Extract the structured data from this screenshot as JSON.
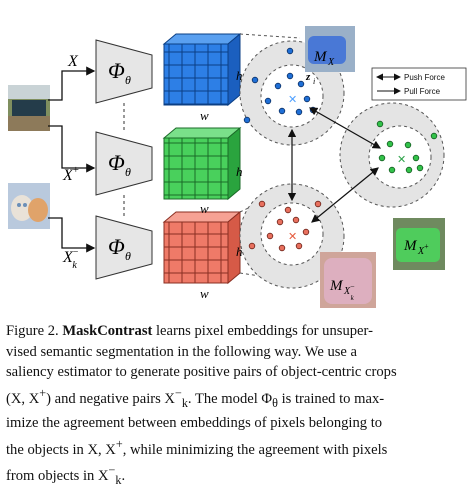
{
  "figure": {
    "input_labels": {
      "x": "X",
      "x_pos": "X",
      "x_pos_sup": "+",
      "x_neg": "X",
      "x_neg_sub": "k",
      "x_neg_sup": "−"
    },
    "encoder_label": "Φ",
    "encoder_sub": "θ",
    "dim_h": "h",
    "dim_w": "w",
    "z_label": "z",
    "z_sub": "i",
    "mask_labels": {
      "m": "M",
      "sub_x": "X",
      "sub_xpos": "X",
      "sub_xpos_sup": "+",
      "sub_xneg": "X",
      "sub_xneg_sub": "k",
      "sub_xneg_sup": "−"
    },
    "legend": {
      "push": "Push Force",
      "pull": "Pull Force"
    },
    "colors": {
      "blue": "#1f6fd6",
      "green": "#33c24a",
      "red": "#e8705e"
    }
  },
  "caption": {
    "figure_num": "Figure 2.",
    "method": "MaskContrast",
    "l1": " learns pixel embeddings for unsuper-",
    "l2": "vised semantic segmentation in the following way.  We use a",
    "l3": "saliency estimator to generate positive pairs of object-centric crops",
    "l4a": "(X, X",
    "l4b": "+",
    "l4c": ") and negative pairs X",
    "l4d": "−",
    "l4e": "k",
    "l4f": ". The model Φ",
    "l4g": "θ",
    "l4h": " is trained to max-",
    "l5": "imize the agreement between embeddings of pixels belonging to",
    "l6a": "the objects in X, X",
    "l6b": "+",
    "l6c": ", while minimizing the agreement with pixels",
    "l7a": "from objects in X",
    "l7b": "−",
    "l7c": "k",
    "l7d": "."
  }
}
